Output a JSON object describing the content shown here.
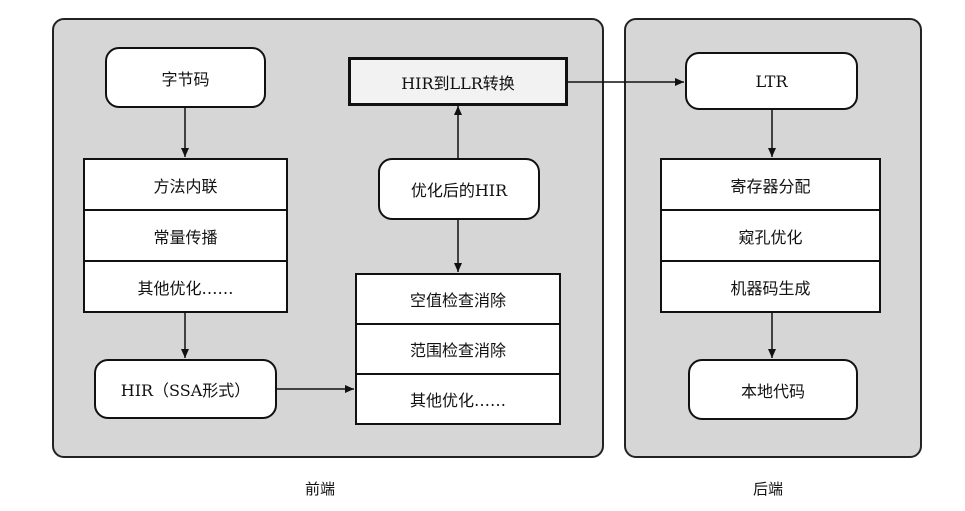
{
  "frontend": {
    "label": "前端",
    "bytecode": "字节码",
    "opt1_steps": [
      "方法内联",
      "常量传播",
      "其他优化……"
    ],
    "hir_ssa": "HIR（SSA形式）",
    "opt2_steps": [
      "空值检查消除",
      "范围检查消除",
      "其他优化……"
    ],
    "optimized_hir": "优化后的HIR",
    "hir_to_llr": "HIR到LLR转换"
  },
  "backend": {
    "label": "后端",
    "ltr": "LTR",
    "steps": [
      "寄存器分配",
      "窥孔优化",
      "机器码生成"
    ],
    "native_code": "本地代码"
  }
}
